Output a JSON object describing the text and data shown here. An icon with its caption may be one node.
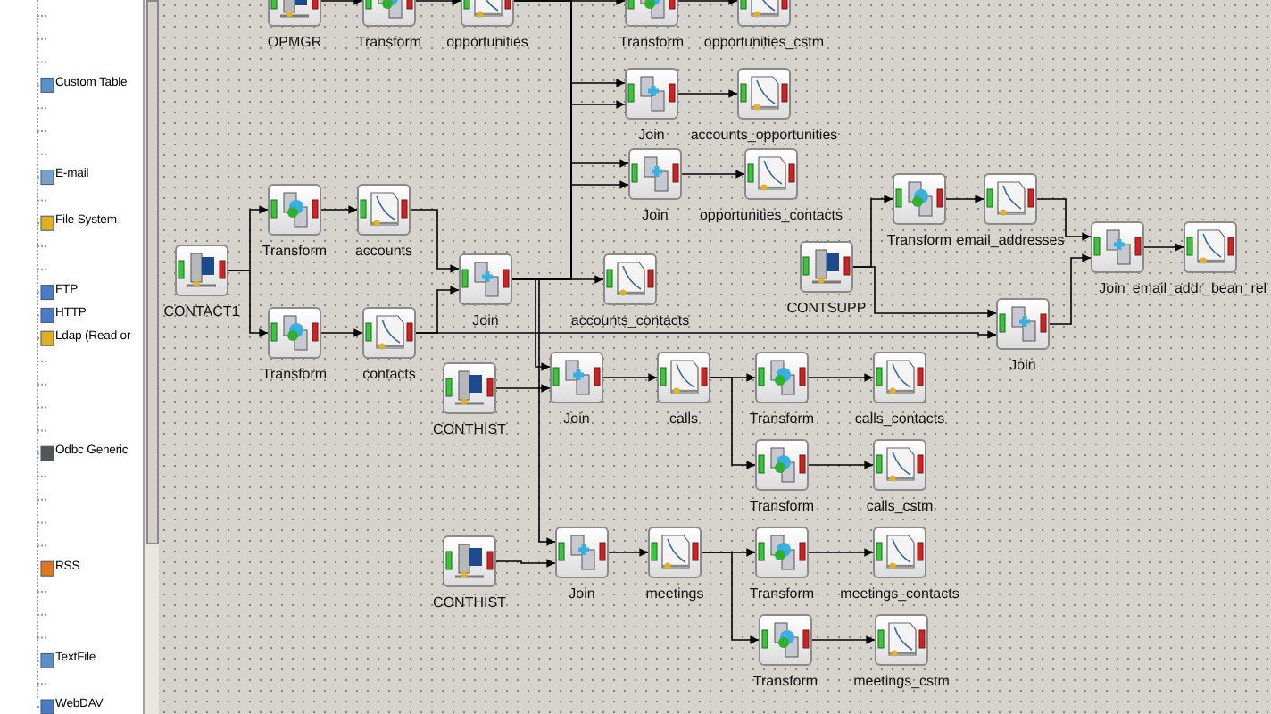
{
  "diagram": {
    "nodes": [
      {
        "text": [
          "OPMGR"
        ]
      },
      {
        "text": [
          "Transform"
        ]
      },
      {
        "text": [
          "opportunities"
        ]
      },
      {
        "text": [
          "Transform"
        ]
      },
      {
        "text": [
          "opportunities_cstm"
        ]
      },
      {
        "text": [
          "Join"
        ]
      },
      {
        "text": [
          "accounts_opportunities"
        ]
      },
      {
        "text": [
          "Join"
        ]
      },
      {
        "text": [
          "opportunities_contacts"
        ]
      },
      {
        "text": [
          "CONTACT1"
        ]
      },
      {
        "text": [
          "Transform"
        ]
      },
      {
        "text": [
          "accounts"
        ]
      },
      {
        "text": [
          "Transform"
        ]
      },
      {
        "text": [
          "contacts"
        ]
      },
      {
        "text": [
          "Join"
        ]
      },
      {
        "text": [
          "accounts_contacts"
        ]
      },
      {
        "text": [
          "CONTSUPP"
        ]
      },
      {
        "text": [
          "Transform"
        ]
      },
      {
        "text": [
          "email_addresses"
        ]
      },
      {
        "text": [
          "Join"
        ]
      },
      {
        "text": [
          "email_addr_bean_rel"
        ]
      },
      {
        "text": [
          "Join"
        ]
      },
      {
        "text": [
          "CONTHIST"
        ]
      },
      {
        "text": [
          "Join"
        ]
      },
      {
        "text": [
          "calls"
        ]
      },
      {
        "text": [
          "Transform"
        ]
      },
      {
        "text": [
          "calls_contacts"
        ]
      },
      {
        "text": [
          "Transform"
        ]
      },
      {
        "text": [
          "calls_cstm"
        ]
      },
      {
        "text": [
          "CONTHIST"
        ]
      },
      {
        "text": [
          "Join"
        ]
      },
      {
        "text": [
          "meetings"
        ]
      },
      {
        "text": [
          "Transform"
        ]
      },
      {
        "text": [
          "meetings_contacts"
        ]
      },
      {
        "text": [
          "Transform"
        ]
      },
      {
        "text": [
          "meetings_cstm"
        ]
      }
    ],
    "edges": [
      {
        "from": 0,
        "to": 1,
        "arrow": "to"
      },
      {
        "from": 1,
        "to": 2,
        "arrow": "to"
      },
      {
        "from": 3,
        "to": 4,
        "arrow": "to"
      },
      {
        "from": 14,
        "to": 3,
        "arrow": "to"
      },
      {
        "from": 14,
        "to": 5,
        "arrow": "to"
      },
      {
        "from": 2,
        "to": 5,
        "arrow": "to"
      },
      {
        "from": 14,
        "to": 7,
        "arrow": "to"
      },
      {
        "from": 2,
        "to": 7,
        "arrow": "to"
      },
      {
        "from": 5,
        "to": 6,
        "arrow": "to"
      },
      {
        "from": 7,
        "to": 8,
        "arrow": "to"
      },
      {
        "from": 9,
        "to": 10,
        "arrow": "to"
      },
      {
        "from": 9,
        "to": 12,
        "arrow": "to"
      },
      {
        "from": 10,
        "to": 11,
        "arrow": "to"
      },
      {
        "from": 12,
        "to": 13,
        "arrow": "to"
      },
      {
        "from": 11,
        "to": 14,
        "arrow": "to"
      },
      {
        "from": 13,
        "to": 14,
        "arrow": "to"
      },
      {
        "from": 14,
        "to": 15,
        "arrow": "to"
      },
      {
        "from": 13,
        "to": 21,
        "arrow": "to"
      },
      {
        "from": 16,
        "to": 17,
        "arrow": "to"
      },
      {
        "from": 16,
        "to": 21,
        "arrow": "to"
      },
      {
        "from": 17,
        "to": 18,
        "arrow": "to"
      },
      {
        "from": 18,
        "to": 19,
        "arrow": "to"
      },
      {
        "from": 21,
        "to": 19,
        "arrow": "to"
      },
      {
        "from": 19,
        "to": 20,
        "arrow": "to"
      },
      {
        "from": 14,
        "to": 23,
        "arrow": "to"
      },
      {
        "from": 22,
        "to": 23,
        "arrow": "to"
      },
      {
        "from": 23,
        "to": 24,
        "arrow": "to"
      },
      {
        "from": 24,
        "to": 25,
        "arrow": "to"
      },
      {
        "from": 24,
        "to": 27,
        "arrow": "to"
      },
      {
        "from": 25,
        "to": 26,
        "arrow": "to"
      },
      {
        "from": 27,
        "to": 28,
        "arrow": "to"
      },
      {
        "from": 14,
        "to": 30,
        "arrow": "to"
      },
      {
        "from": 29,
        "to": 30,
        "arrow": "to"
      },
      {
        "from": 30,
        "to": 31,
        "arrow": "to"
      },
      {
        "from": 31,
        "to": 32,
        "arrow": "to"
      },
      {
        "from": 31,
        "to": 34,
        "arrow": "to"
      },
      {
        "from": 32,
        "to": 33,
        "arrow": "to"
      },
      {
        "from": 34,
        "to": 35,
        "arrow": "to"
      }
    ],
    "labels": [
      "Custom Table",
      "E-mail",
      "File System",
      "FTP",
      "HTTP",
      "Ldap (Read or",
      "Odbc Generic",
      "RSS",
      "TextFile",
      "WebDAV"
    ]
  }
}
